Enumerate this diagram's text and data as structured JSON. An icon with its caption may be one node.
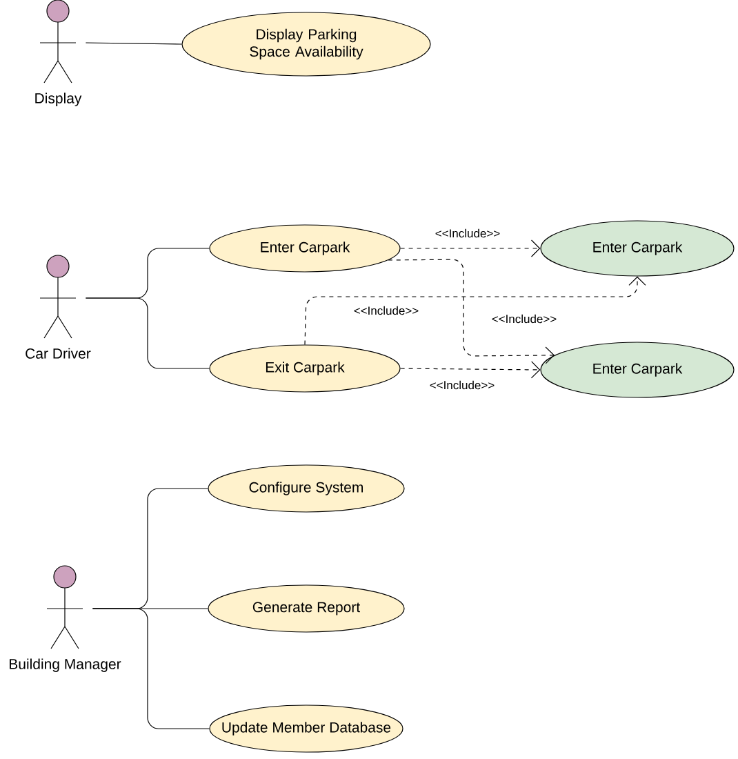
{
  "diagram": {
    "nodes": [
      {
        "text": [
          "Display"
        ]
      },
      {
        "text": [
          "Display Parking Space Availability"
        ]
      },
      {
        "text": [
          "Car Driver"
        ]
      },
      {
        "text": [
          "Enter Carpark"
        ]
      },
      {
        "text": [
          "Enter Carpark"
        ]
      },
      {
        "text": [
          "Exit Carpark"
        ]
      },
      {
        "text": [
          "Enter Carpark"
        ]
      },
      {
        "text": [
          "Building Manager"
        ]
      },
      {
        "text": [
          "Configure System"
        ]
      },
      {
        "text": [
          "Generate Report"
        ]
      },
      {
        "text": [
          "Update Member Database"
        ]
      }
    ],
    "edges": [
      {
        "from": 0,
        "to": 1,
        "arrow": "none"
      },
      {
        "from": 2,
        "to": 3,
        "arrow": "none"
      },
      {
        "from": 2,
        "to": 5,
        "arrow": "none"
      },
      {
        "from": 3,
        "to": 4,
        "arrow": "to",
        "style": "dashed",
        "label": "<<Include>>"
      },
      {
        "from": 3,
        "to": 6,
        "arrow": "to",
        "style": "dashed",
        "label": "<<Include>>"
      },
      {
        "from": 5,
        "to": 4,
        "arrow": "to",
        "style": "dashed",
        "label": "<<Include>>"
      },
      {
        "from": 5,
        "to": 6,
        "arrow": "to",
        "style": "dashed",
        "label": "<<Include>>"
      },
      {
        "from": 7,
        "to": 8,
        "arrow": "none"
      },
      {
        "from": 7,
        "to": 9,
        "arrow": "none"
      },
      {
        "from": 7,
        "to": 10,
        "arrow": "none"
      }
    ]
  }
}
